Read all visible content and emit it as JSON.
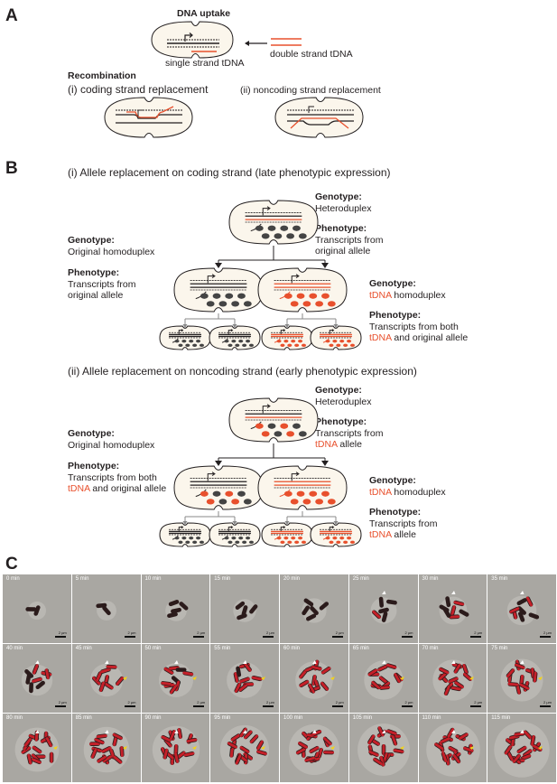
{
  "panels": {
    "a": {
      "letter": "A",
      "dna_uptake": "DNA uptake",
      "single_strand": "single strand tDNA",
      "double_strand": "double strand tDNA",
      "recombination": "Recombination",
      "coding": "(i) coding strand replacement",
      "noncoding": "(ii) noncoding strand replacement"
    },
    "b": {
      "letter": "B",
      "i_title": "(i) Allele replacement on coding strand (late phenotypic expression)",
      "ii_title": "(ii) Allele replacement on noncoding strand (early phenotypic expression)",
      "i": {
        "top_genotype_label": "Genotype:",
        "top_genotype_value": "Heteroduplex",
        "top_phenotype_label": "Phenotype:",
        "top_phenotype_l1": "Transcripts from",
        "top_phenotype_l2": "original allele",
        "left_genotype_label": "Genotype:",
        "left_genotype_value": "Original homoduplex",
        "left_phenotype_label": "Phenotype:",
        "left_phenotype_l1": "Transcripts from",
        "left_phenotype_l2": "original allele",
        "right_genotype_label": "Genotype:",
        "right_genotype_tdna": "tDNA",
        "right_genotype_rest": " homoduplex",
        "right_phenotype_label": "Phenotype:",
        "right_phenotype_l1": "Transcripts from both",
        "right_phenotype_tdna": "tDNA",
        "right_phenotype_rest": " and original allele"
      },
      "ii": {
        "top_genotype_label": "Genotype:",
        "top_genotype_value": "Heteroduplex",
        "top_phenotype_label": "Phenotype:",
        "top_phenotype_l1": "Transcripts from",
        "top_phenotype_tdna": "tDNA",
        "top_phenotype_rest": " allele",
        "left_genotype_label": "Genotype:",
        "left_genotype_value": "Original homoduplex",
        "left_phenotype_label": "Phenotype:",
        "left_phenotype_l1": "Transcripts from both",
        "left_phenotype_tdna": "tDNA",
        "left_phenotype_rest": " and original allele",
        "right_genotype_label": "Genotype:",
        "right_genotype_tdna": "tDNA",
        "right_genotype_rest": " homoduplex",
        "right_phenotype_label": "Phenotype:",
        "right_phenotype_l1": "Transcripts from",
        "right_phenotype_tdna": "tDNA",
        "right_phenotype_rest": " allele"
      }
    },
    "c": {
      "letter": "C",
      "frames": [
        "0 min",
        "5 min",
        "10 min",
        "15 min",
        "20 min",
        "25 min",
        "30 min",
        "35 min",
        "40 min",
        "45 min",
        "50 min",
        "55 min",
        "60 min",
        "65 min",
        "70 min",
        "75 min",
        "80 min",
        "85 min",
        "90 min",
        "95 min",
        "100 min",
        "105 min",
        "110 min",
        "115 min"
      ],
      "scale_label": "2 µm"
    }
  },
  "colors": {
    "orange": "#e8502d",
    "cell_fill": "#fbf6ec",
    "dark": "#231f20",
    "micrograph_bg": "#a9a7a2"
  }
}
